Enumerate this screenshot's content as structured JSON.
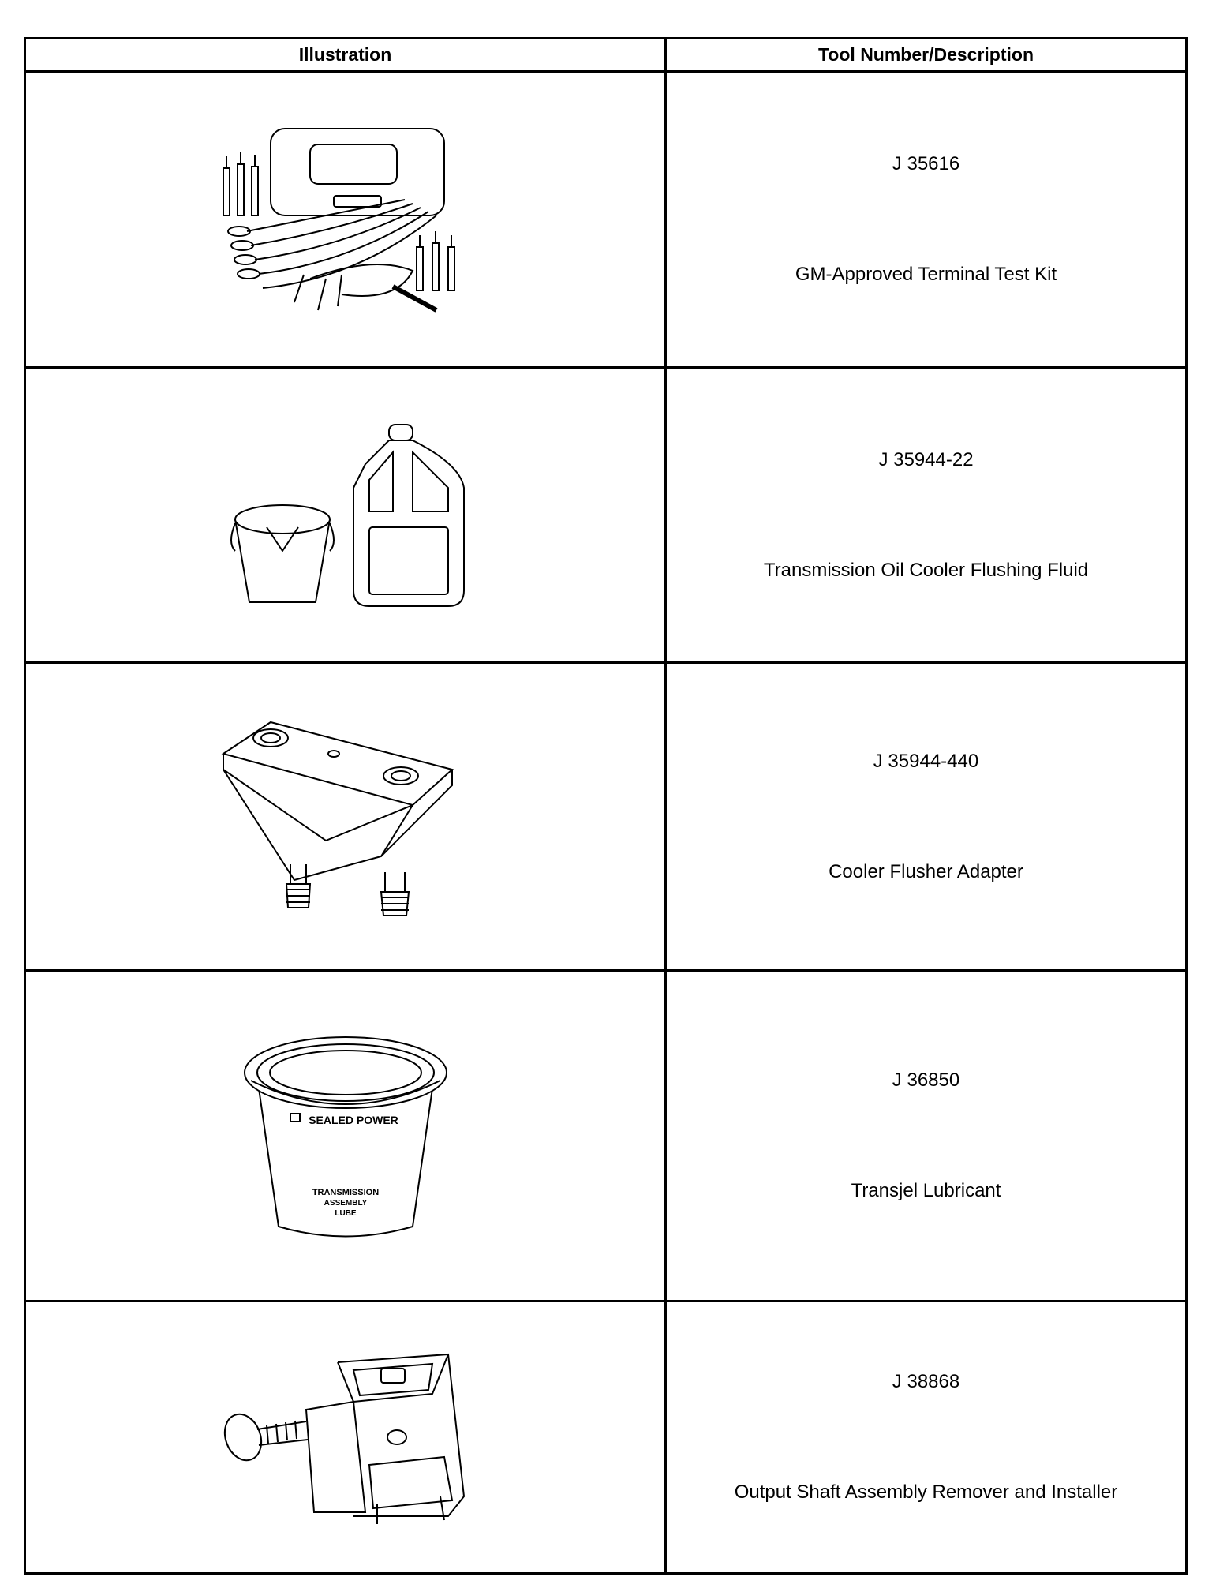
{
  "header": {
    "illustration": "Illustration",
    "tool": "Tool Number/Description"
  },
  "rows": [
    {
      "number": "J 35616",
      "description": "GM-Approved Terminal Test Kit",
      "icon": "terminal-test-kit-icon"
    },
    {
      "number": "J 35944-22",
      "description": "Transmission Oil Cooler Flushing Fluid",
      "icon": "flushing-fluid-icon"
    },
    {
      "number": "J 35944-440",
      "description": "Cooler Flusher Adapter",
      "icon": "flusher-adapter-icon"
    },
    {
      "number": "J 36850",
      "description": "Transjel Lubricant",
      "icon": "lubricant-tub-icon",
      "label_lines": [
        "SEALED POWER",
        "TRANSMISSION",
        "ASSEMBLY",
        "LUBE"
      ]
    },
    {
      "number": "J 38868",
      "description": "Output Shaft Assembly Remover and Installer",
      "icon": "shaft-remover-installer-icon"
    }
  ]
}
